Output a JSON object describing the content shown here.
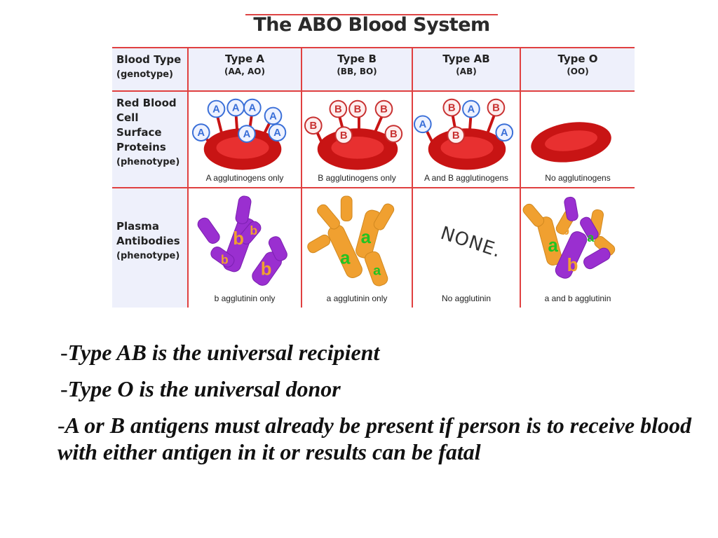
{
  "figure": {
    "title": "The ABO Blood System",
    "header": {
      "label_main": "Blood Type",
      "label_sub": "(genotype)",
      "columns": [
        {
          "type": "Type A",
          "genotype": "(AA, AO)"
        },
        {
          "type": "Type B",
          "genotype": "(BB, BO)"
        },
        {
          "type": "Type AB",
          "genotype": "(AB)"
        },
        {
          "type": "Type O",
          "genotype": "(OO)"
        }
      ]
    },
    "rbc_row": {
      "label_lines": [
        "Red Blood",
        "Cell Surface",
        "Proteins"
      ],
      "label_sub": "(phenotype)",
      "captions": [
        "A agglutinogens only",
        "B agglutinogens only",
        "A and B agglutinogens",
        "No agglutinogens"
      ]
    },
    "antibody_row": {
      "label_lines": [
        "Plasma",
        "Antibodies"
      ],
      "label_sub": "(phenotype)",
      "captions": [
        "b agglutinin only",
        "a agglutinin only",
        "No agglutinin",
        "a and b agglutinin"
      ],
      "none_text": "NONE."
    },
    "colors": {
      "grid": "#e04040",
      "rbc": "#d01818",
      "antigen": "#3a6fd8",
      "anti_b": "#9a2fd0",
      "anti_a": "#f0a030",
      "letter": "#22c322"
    }
  },
  "bullets": [
    {
      "dash": "-",
      "text": "Type AB is the universal recipient"
    },
    {
      "dash": "-",
      "text": "Type O is the universal donor"
    },
    {
      "dash": "-",
      "text": "A or B antigens must already be present if person is to receive blood with either antigen in it or results can be fatal"
    }
  ]
}
